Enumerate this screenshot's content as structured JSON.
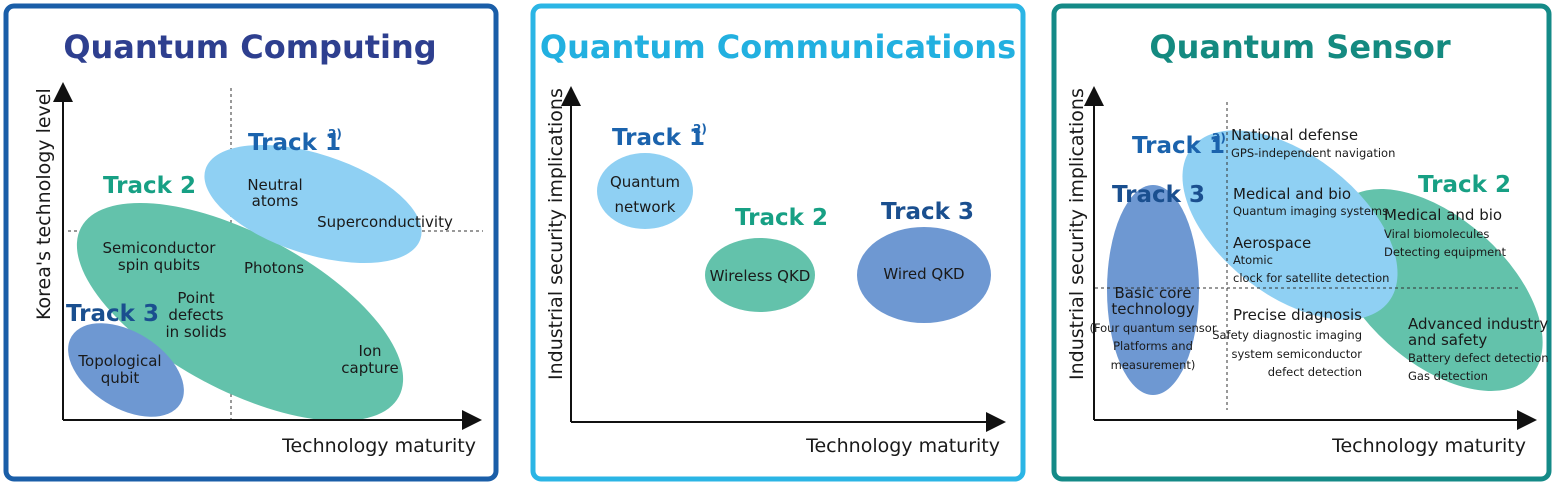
{
  "colors": {
    "computing": "#2e3f8f",
    "computing_border": "#1a5ea8",
    "communications": "#22b0e0",
    "sensor": "#148a80",
    "track1_fill": "#8fd0f3",
    "track2_fill": "#63c2ab",
    "track3_fill": "#6e98d2",
    "track1_text": "#1b63ad",
    "track2_text": "#17a084",
    "track3_text": "#1a4f8f"
  },
  "computing": {
    "title": "Quantum Computing",
    "y_axis": "Korea's technology level",
    "x_axis": "Technology maturity",
    "track1": "Track 1",
    "track1_sup": "2)",
    "track2": "Track 2",
    "track3": "Track 3",
    "items": {
      "neutral1": "Neutral",
      "neutral2": "atoms",
      "supercond": "Superconductivity",
      "semi1": "Semiconductor",
      "semi2": "spin qubits",
      "photons": "Photons",
      "point1": "Point",
      "point2": "defects",
      "point3": "in solids",
      "ion1": "Ion",
      "ion2": "capture",
      "topo1": "Topological",
      "topo2": "qubit"
    }
  },
  "communications": {
    "title": "Quantum Communications",
    "y_axis": "Industrial security implications",
    "x_axis": "Technology maturity",
    "track1": "Track 1",
    "track1_sup": "2)",
    "track2": "Track 2",
    "track3": "Track 3",
    "items": {
      "net1": "Quantum",
      "net2": "network",
      "wireless": "Wireless QKD",
      "wired": "Wired QKD"
    }
  },
  "sensor": {
    "title": "Quantum Sensor",
    "y_axis": "Industrial security implications",
    "x_axis": "Technology maturity",
    "track1": "Track 1",
    "track1_sup": "2)",
    "track2": "Track 2",
    "track3": "Track 3",
    "items": {
      "nd": "National defense",
      "nd_s": "GPS-independent navigation",
      "mb": "Medical and bio",
      "mb_s": "Quantum imaging systems",
      "aero": "Aerospace",
      "aero_s1": "Atomic",
      "aero_s2": "clock for satellite detection",
      "pd": "Precise diagnosis",
      "pd_s1": "Safety diagnostic imaging",
      "pd_s2": "system semiconductor",
      "pd_s3": "defect detection",
      "bc1": "Basic core",
      "bc2": "technology",
      "bc_s1": "(Four quantum sensor",
      "bc_s2": "Platforms and",
      "bc_s3": "measurement)",
      "mb2": "Medical and bio",
      "mb2_s1": "Viral biomolecules",
      "mb2_s2": "Detecting equipment",
      "ai1": "Advanced industry",
      "ai2": "and safety",
      "ai_s1": "Battery defect detection",
      "ai_s2": "Gas detection"
    }
  }
}
